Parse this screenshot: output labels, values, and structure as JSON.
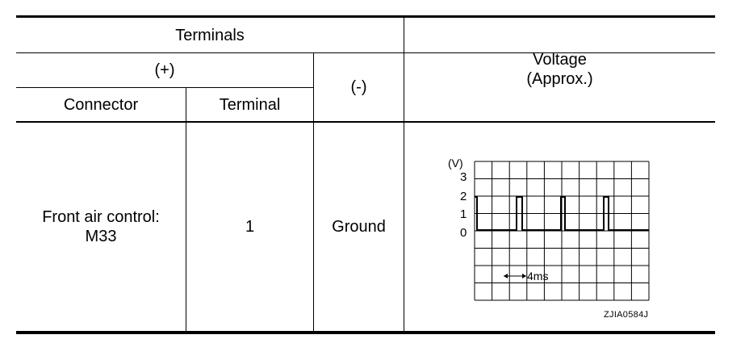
{
  "table": {
    "header": {
      "terminals": "Terminals",
      "plus": "(+)",
      "minus": "(-)",
      "connector": "Connector",
      "terminal": "Terminal",
      "voltage_line1": "Voltage",
      "voltage_line2": "(Approx.)"
    },
    "row": {
      "connector_line1": "Front air control:",
      "connector_line2": "M33",
      "terminal": "1",
      "minus": "Ground"
    }
  },
  "waveform": {
    "unit_label": "(V)",
    "y_ticks": [
      "3",
      "2",
      "1",
      "0"
    ],
    "time_label": "4ms",
    "baseline_volts": 0,
    "pulse_high_volts": 2,
    "code": "ZJIA0584J"
  }
}
